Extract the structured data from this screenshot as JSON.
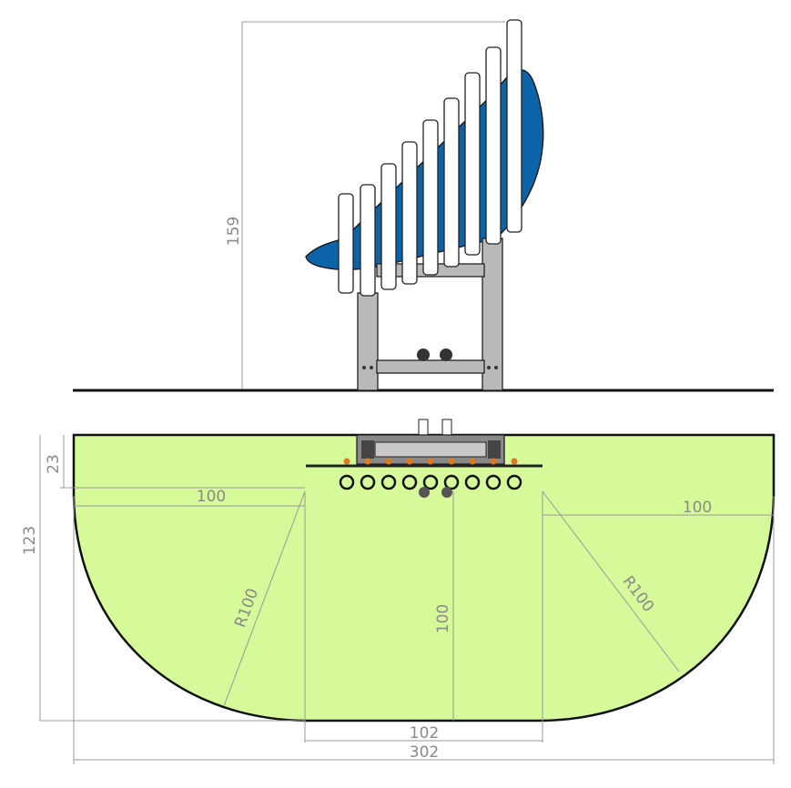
{
  "dimensions": {
    "height_159": "159",
    "depth_23": "23",
    "depth_123": "123",
    "radius_left": "R100",
    "radius_right": "R100",
    "length_left_100": "100",
    "length_right_100": "100",
    "length_center_100": "100",
    "width_102": "102",
    "width_302": "302"
  },
  "colors": {
    "area_fill": "#d6f99a",
    "seat_blue": "#0b63a8",
    "frame_grey": "#b9b9b9",
    "dimension_grey": "#8a8a8a",
    "outline": "#111111",
    "ring_orange": "#e07a1f"
  },
  "chimes": {
    "count": 9
  }
}
